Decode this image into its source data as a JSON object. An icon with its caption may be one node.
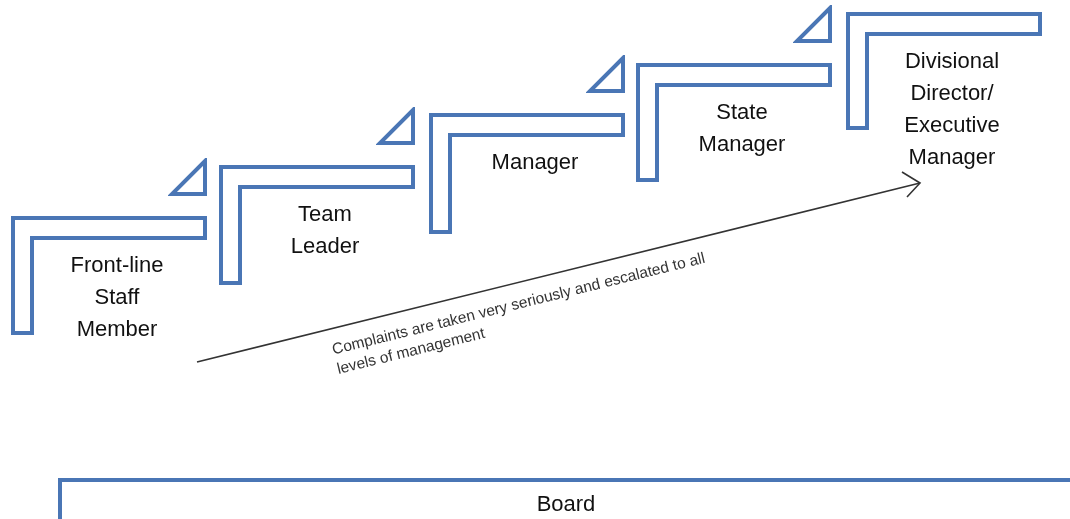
{
  "diagram": {
    "nodes": [
      {
        "text": [
          "Front-line Staff Member"
        ]
      },
      {
        "text": [
          "Team Leader"
        ]
      },
      {
        "text": [
          "Manager"
        ]
      },
      {
        "text": [
          "State Manager"
        ]
      },
      {
        "text": [
          "Divisional Director/ Executive Manager"
        ]
      },
      {
        "text": [
          "Board"
        ]
      }
    ],
    "edges": [],
    "labels": [
      "Complaints are taken very seriously and escalated to all levels of management"
    ]
  }
}
